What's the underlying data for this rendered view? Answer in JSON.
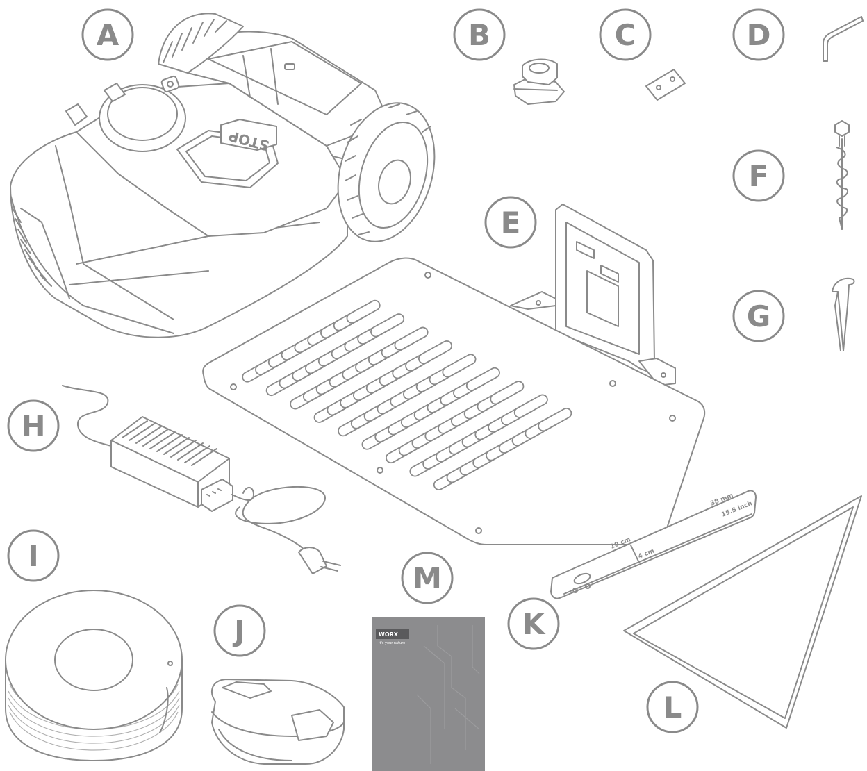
{
  "items": {
    "A": "A",
    "B": "B",
    "C": "C",
    "D": "D",
    "E": "E",
    "F": "F",
    "G": "G",
    "H": "H",
    "I": "I",
    "J": "J",
    "K": "K",
    "L": "L",
    "M": "M"
  },
  "mower": {
    "stop_text": "STOP"
  },
  "gauge": {
    "t1": "38 mm",
    "t2": "15.5 inch",
    "t3": "10 cm",
    "t4": "4 cm"
  },
  "manual": {
    "brand": "WORX",
    "tagline": "It's your nature"
  },
  "colors": {
    "line": "#8a8a8a",
    "manual_cover": "#8c8c8e"
  }
}
